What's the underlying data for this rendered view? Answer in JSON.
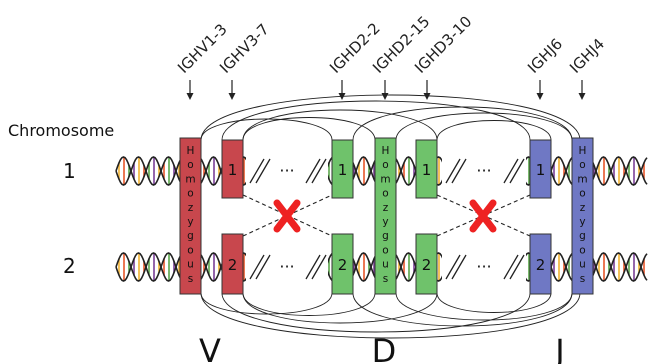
{
  "labels": {
    "chromosome": "Chromosome",
    "row1": "1",
    "row2": "2",
    "segment_v": "V",
    "segment_d": "D",
    "segment_j": "J",
    "homozygous": "Homozygous",
    "box_1": "1",
    "box_2": "2",
    "ellipsis": "···"
  },
  "genes": [
    {
      "name": "IGHV1-3"
    },
    {
      "name": "IGHV3-7"
    },
    {
      "name": "IGHD2-2"
    },
    {
      "name": "IGHD2-15"
    },
    {
      "name": "IGHD3-10"
    },
    {
      "name": "IGHJ6"
    },
    {
      "name": "IGHJ4"
    }
  ],
  "colors": {
    "v_segment": "#c8474d",
    "d_segment": "#6fc26b",
    "j_segment": "#6f78c4",
    "cross_mark": "#ee2222",
    "dna_backbone": "#222222",
    "base_pair_1": "#f2b233",
    "base_pair_2": "#e8562a",
    "base_pair_3": "#5aa64a",
    "base_pair_4": "#7b3f98"
  },
  "icons": {
    "cross": "x-mark-icon",
    "arrow": "arrow-down-icon",
    "dna": "dna-helix-icon"
  }
}
